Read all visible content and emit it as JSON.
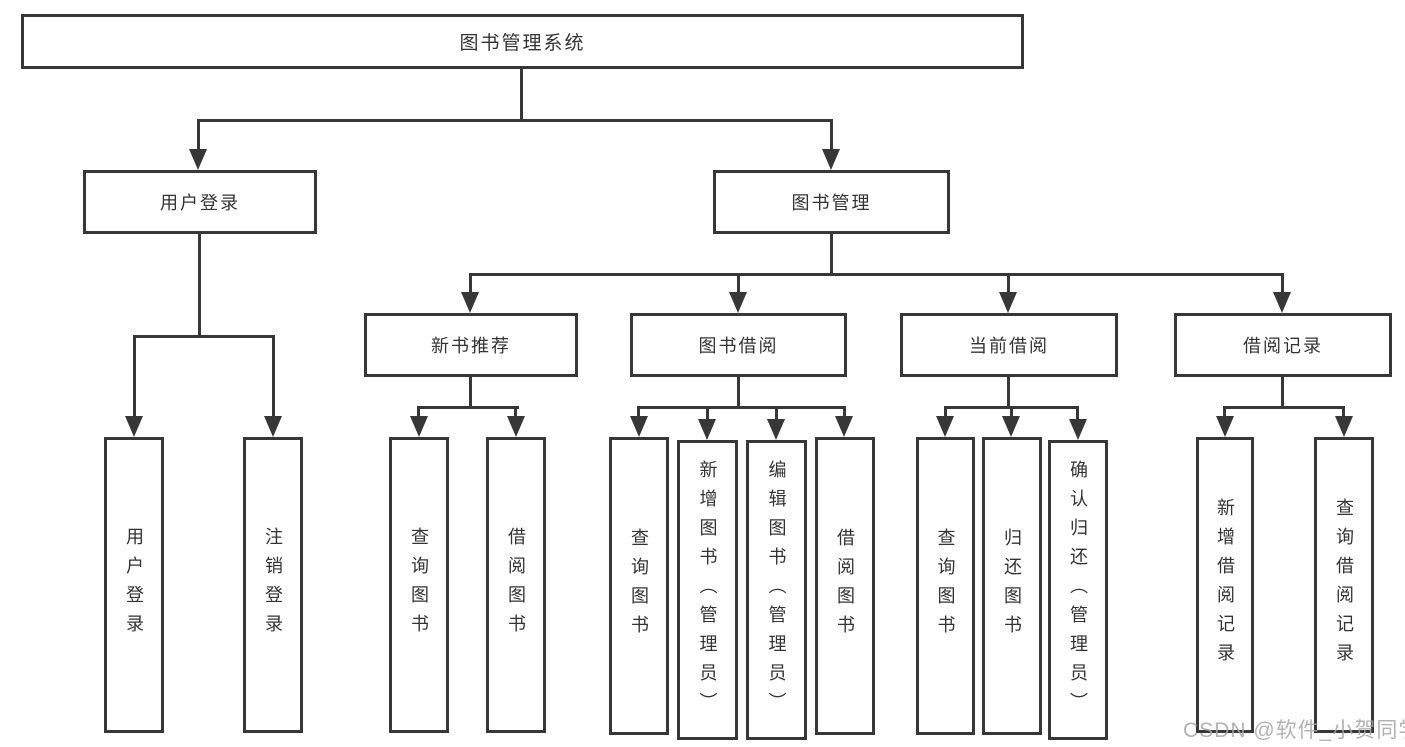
{
  "meta": {
    "watermark": "CSDN @软件_小贺同学"
  },
  "colors": {
    "line": "#373737",
    "text": "#333333",
    "background": "#ffffff",
    "watermark": "#a6a6a6"
  },
  "tree": {
    "root": {
      "label": "图书管理系统"
    },
    "branches": [
      {
        "label": "用户登录",
        "children": [
          {
            "label": "用户登录"
          },
          {
            "label": "注销登录"
          }
        ]
      },
      {
        "label": "图书管理",
        "children": [
          {
            "label": "新书推荐",
            "children": [
              {
                "label": "查询图书"
              },
              {
                "label": "借阅图书"
              }
            ]
          },
          {
            "label": "图书借阅",
            "children": [
              {
                "label": "查询图书"
              },
              {
                "label": "新增图书（管理员）"
              },
              {
                "label": "编辑图书（管理员）"
              },
              {
                "label": "借阅图书"
              }
            ]
          },
          {
            "label": "当前借阅",
            "children": [
              {
                "label": "查询图书"
              },
              {
                "label": "归还图书"
              },
              {
                "label": "确认归还（管理员）"
              }
            ]
          },
          {
            "label": "借阅记录",
            "children": [
              {
                "label": "新增借阅记录"
              },
              {
                "label": "查询借阅记录"
              }
            ]
          }
        ]
      }
    ]
  }
}
